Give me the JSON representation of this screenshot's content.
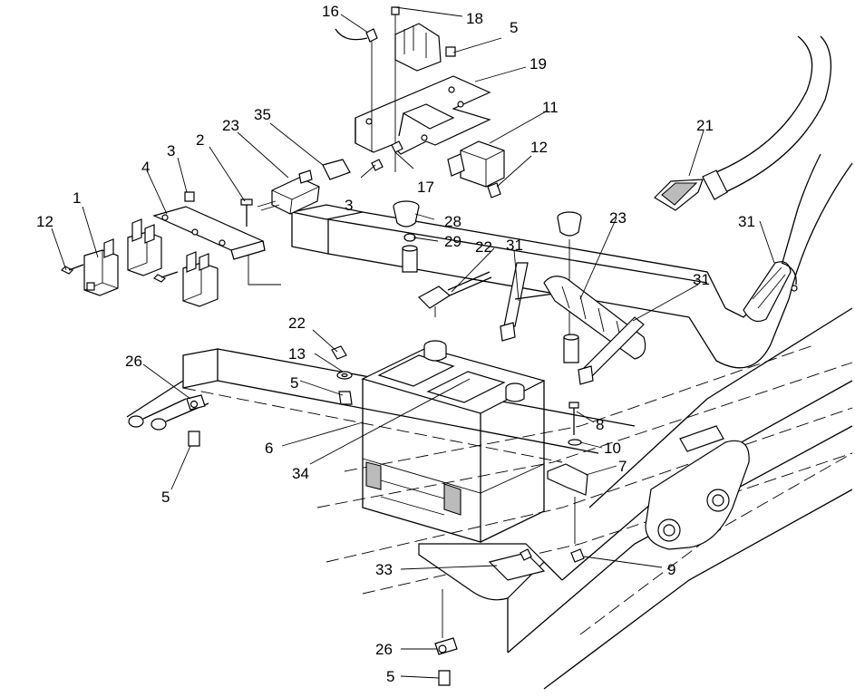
{
  "callouts": {
    "c1": "1",
    "c2": "2",
    "c3a": "3",
    "c3b": "3",
    "c4": "4",
    "c5a": "5",
    "c5b": "5",
    "c5c": "5",
    "c5d": "5",
    "c6": "6",
    "c7": "7",
    "c8": "8",
    "c9": "9",
    "c10": "10",
    "c11": "11",
    "c12a": "12",
    "c12b": "12",
    "c13": "13",
    "c16": "16",
    "c17": "17",
    "c18": "18",
    "c19": "19",
    "c21": "21",
    "c22a": "22",
    "c22b": "22",
    "c23a": "23",
    "c23b": "23",
    "c26a": "26",
    "c26b": "26",
    "c28": "28",
    "c29": "29",
    "c31a": "31",
    "c31b": "31",
    "c31c": "31",
    "c33": "33",
    "c34": "34",
    "c35": "35"
  }
}
